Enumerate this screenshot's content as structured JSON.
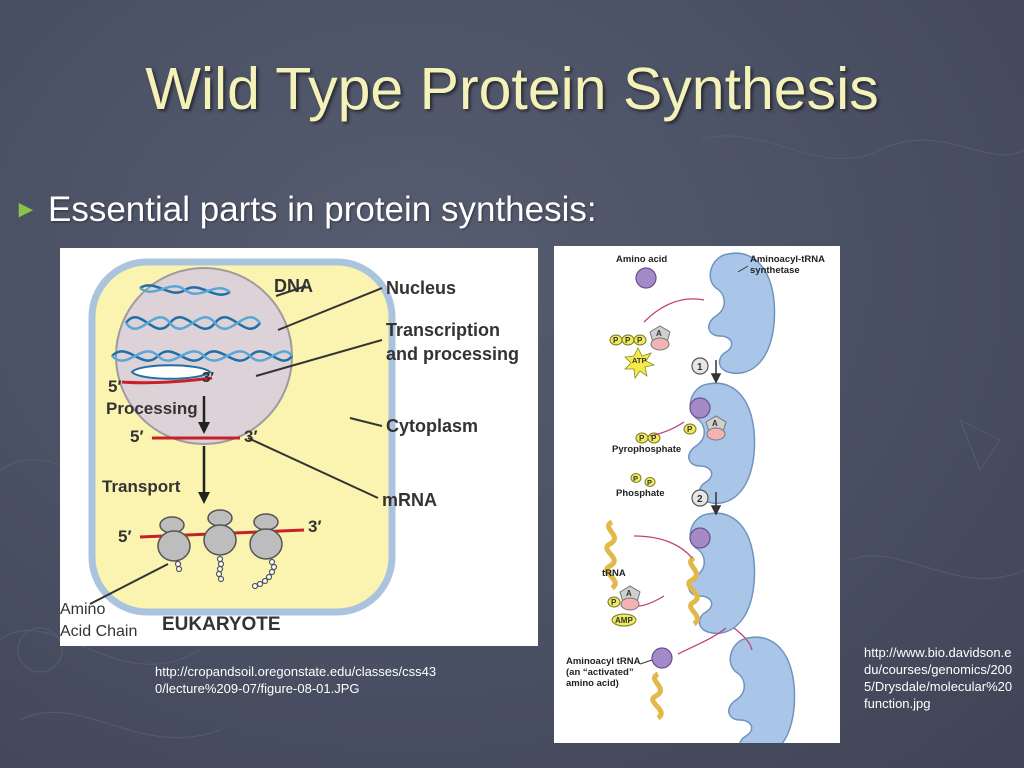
{
  "slide": {
    "title": "Wild Type Protein Synthesis",
    "bullet": "Essential parts in protein synthesis:"
  },
  "figure_left": {
    "labels": {
      "dna": "DNA",
      "nucleus": "Nucleus",
      "transcription_line1": "Transcription",
      "transcription_line2": "and processing",
      "five_prime_top": "5′",
      "three_prime_top": "3′",
      "processing": "Processing",
      "five_prime_mid": "5′",
      "three_prime_mid": "3′",
      "cytoplasm": "Cytoplasm",
      "transport": "Transport",
      "mrna": "mRNA",
      "five_prime_bottom": "5′",
      "three_prime_bottom": "3′",
      "amino_line1": "Amino",
      "amino_line2": "Acid Chain",
      "eukaryote": "EUKARYOTE"
    },
    "caption": "http://cropandsoil.oregonstate.edu/classes/css430/lecture%209-07/figure-08-01.JPG"
  },
  "figure_right": {
    "labels": {
      "amino_acid": "Amino acid",
      "synthetase_line1": "Aminoacyl-tRNA",
      "synthetase_line2": "synthetase",
      "p": "P",
      "a": "A",
      "atp": "ATP",
      "step1": "1",
      "pyrophosphate": "Pyrophosphate",
      "phosphate": "Phosphate",
      "step2": "2",
      "trna": "tRNA",
      "amp": "AMP",
      "aminoacyl_line1": "Aminoacyl tRNA",
      "aminoacyl_line2": "(an “activated”",
      "aminoacyl_line3": "amino acid)"
    },
    "caption": "http://www.bio.davidson.edu/courses/genomics/2005/Drysdale/molecular%20function.jpg"
  },
  "colors": {
    "title": "#f4f2b8",
    "bullet_arrow": "#8bc34a",
    "cell_fill": "#fbf3b0",
    "cell_border": "#a9c4dc",
    "nucleus_fill": "#dcd2d8",
    "mrna": "#c8202a",
    "dna": "#1f6fa6",
    "enzyme": "#a9c6e8",
    "amino_acid": "#a58ac8",
    "trna": "#f2d27a"
  }
}
